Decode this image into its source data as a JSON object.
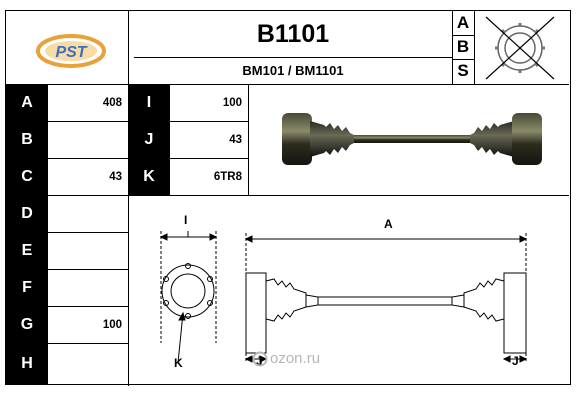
{
  "header": {
    "code": "B1101",
    "subtitle": "BM101 / BM1101",
    "abs_letters": [
      "A",
      "B",
      "S"
    ]
  },
  "specs_left": [
    {
      "letter": "A",
      "value": "408"
    },
    {
      "letter": "B",
      "value": ""
    },
    {
      "letter": "C",
      "value": "43"
    },
    {
      "letter": "D",
      "value": ""
    },
    {
      "letter": "E",
      "value": ""
    },
    {
      "letter": "F",
      "value": ""
    },
    {
      "letter": "G",
      "value": "100"
    },
    {
      "letter": "H",
      "value": ""
    }
  ],
  "specs_right": [
    {
      "letter": "I",
      "value": "100"
    },
    {
      "letter": "J",
      "value": "43"
    },
    {
      "letter": "K",
      "value": "6TR8"
    }
  ],
  "diagram_labels": {
    "flange_width": "I",
    "length": "A",
    "flange": "K",
    "joint_left": "J",
    "joint_right": "J"
  },
  "watermark": {
    "text": "ozon.ru"
  },
  "colors": {
    "letter_cell_bg": "#000000",
    "letter_cell_fg": "#ffffff",
    "logo_orange": "#e8a23a",
    "logo_blue": "#3a6fc0"
  }
}
